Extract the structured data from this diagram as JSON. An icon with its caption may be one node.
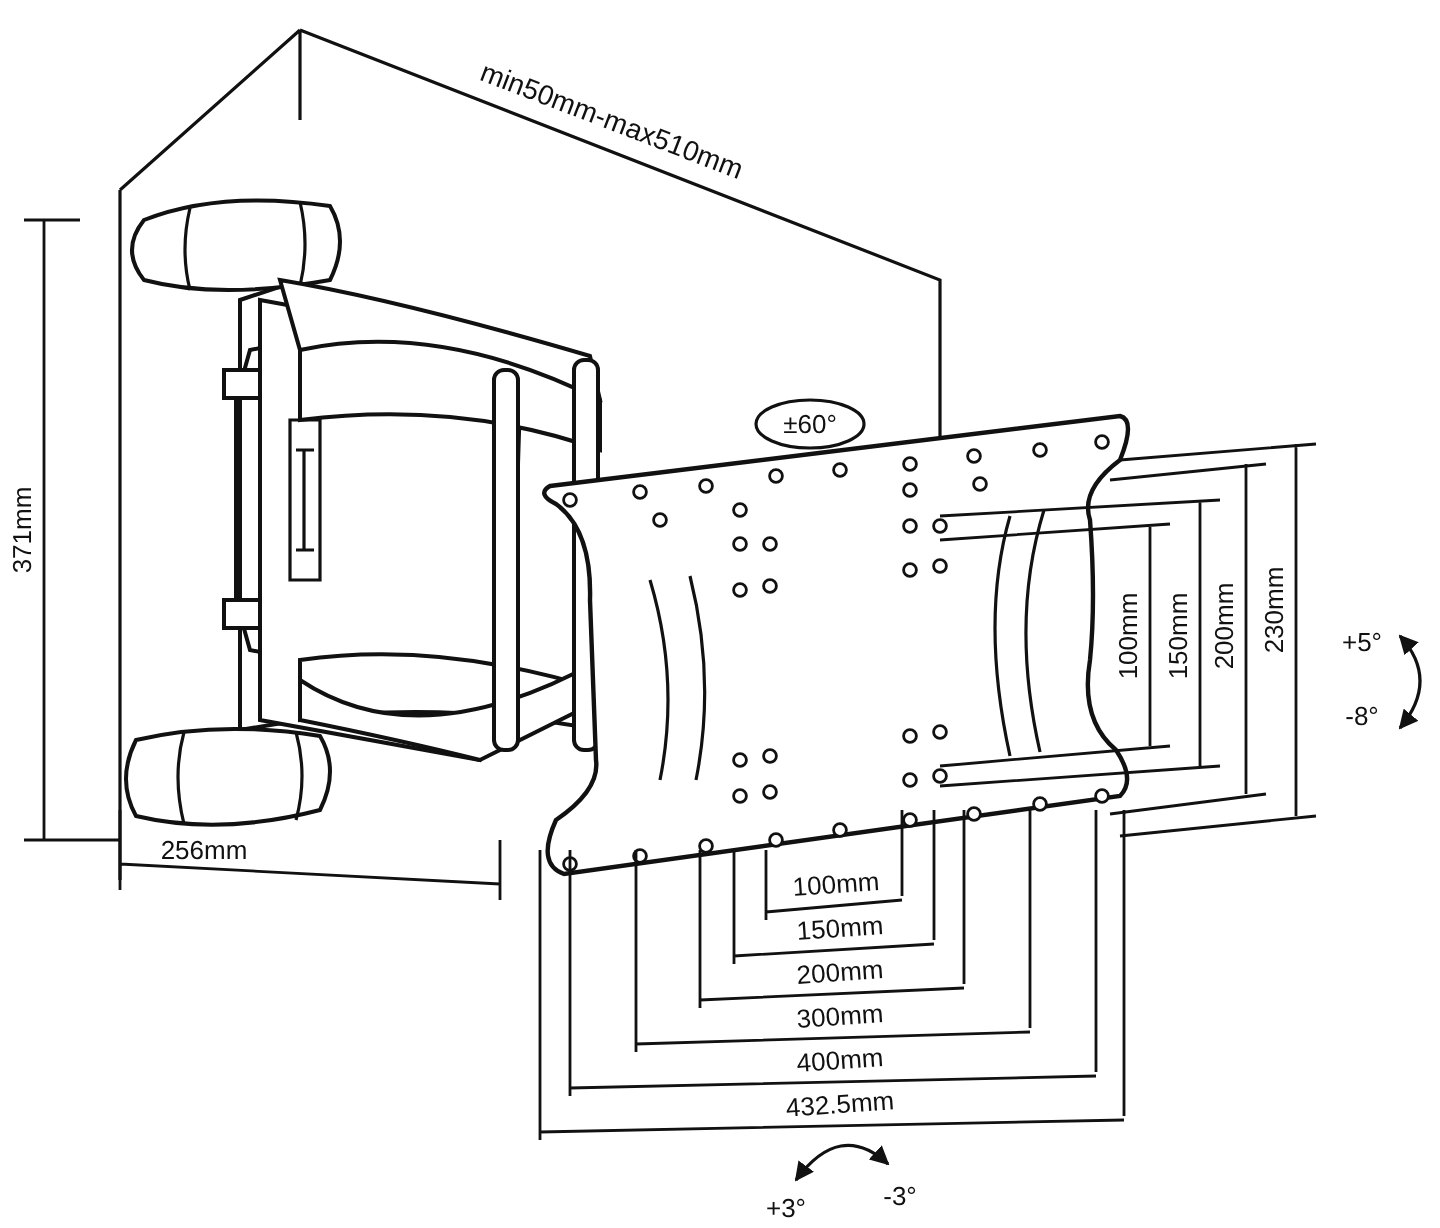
{
  "diagram": {
    "labels": [
      "min50mm-max510mm",
      "±60°",
      "371mm",
      "100mm",
      "150mm",
      "200mm",
      "230mm",
      "+5°",
      "-8°",
      "256mm",
      "100mm",
      "150mm",
      "200mm",
      "300mm",
      "400mm",
      "432.5mm",
      "+3°",
      "-3°"
    ]
  }
}
